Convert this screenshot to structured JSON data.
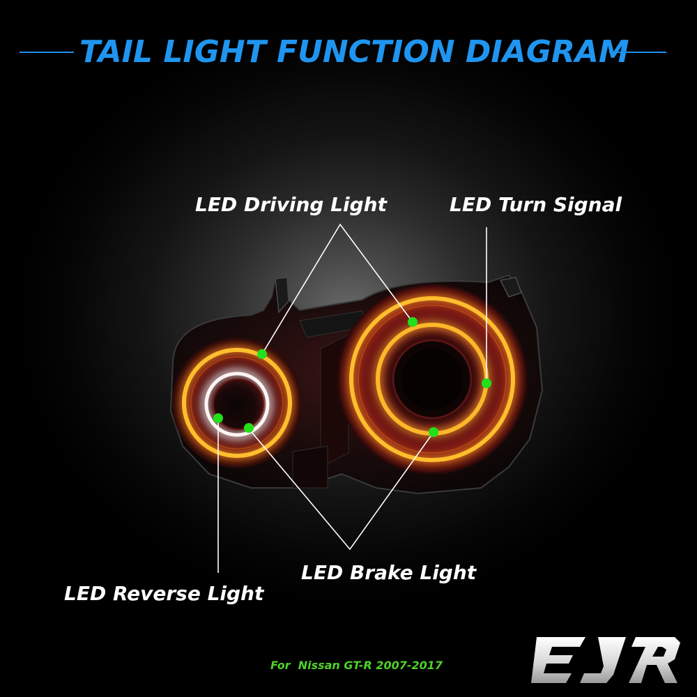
{
  "title": "TAIL LIGHT FUNCTION DIAGRAM",
  "callouts": {
    "driving_light": "LED Driving Light",
    "turn_signal": "LED Turn Signal",
    "brake_light": "LED Brake Light",
    "reverse_light": "LED Reverse Light"
  },
  "footer": "For  Nissan GT-R 2007-2017",
  "logo_text": "EJR",
  "colors": {
    "title": "#1f95f0",
    "title_rule": "#1e8fe8",
    "callout_text": "#ffffff",
    "marker": "#22e01a",
    "footer": "#4fd12a",
    "ring_glow": "#f5a21c"
  }
}
